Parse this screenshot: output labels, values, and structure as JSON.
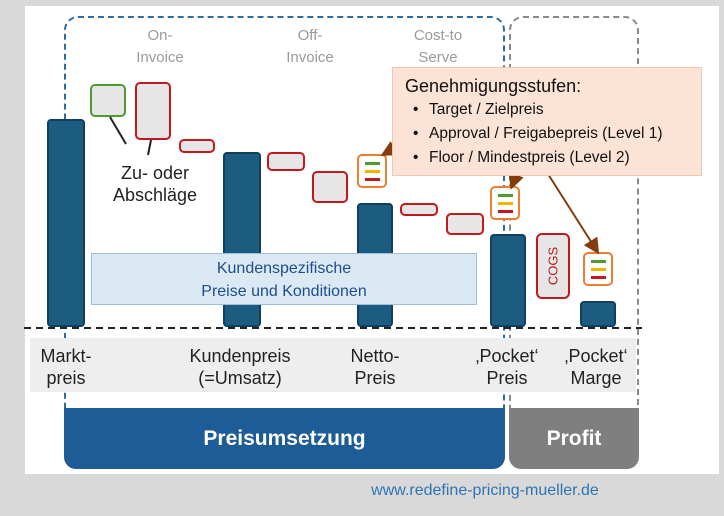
{
  "headers": {
    "on_invoice": [
      "On-",
      "Invoice"
    ],
    "off_invoice": [
      "Off-",
      "Invoice"
    ],
    "cost_to_serve": [
      "Cost-to",
      "Serve"
    ]
  },
  "zu_oder_abschlaege": [
    "Zu- oder",
    "Abschläge"
  ],
  "kundenspezifisch": [
    "Kundenspezifische",
    "Preise und Konditionen"
  ],
  "approval_box": {
    "title": "Genehmigungsstufen:",
    "items": [
      "Target / Zielpreis",
      "Approval / Freigabepreis (Level 1)",
      "Floor / Mindestpreis (Level 2)"
    ]
  },
  "cogs_label": "COGS",
  "price_levels": [
    {
      "line1": "Markt-",
      "line2": "preis"
    },
    {
      "line1": "Kundenpreis",
      "line2": "(=Umsatz)"
    },
    {
      "line1": "Netto-",
      "line2": "Preis"
    },
    {
      "line1": "‚Pocket‘",
      "line2": "Preis"
    },
    {
      "line1": "‚Pocket‘",
      "line2": "Marge"
    }
  ],
  "footer": {
    "left": "Preisumsetzung",
    "right": "Profit"
  },
  "url": "www.redefine-pricing-mueller.de",
  "colors": {
    "bar": "#1d5c81",
    "accent_red": "#c0191e",
    "accent_green": "#4e9a33",
    "callout_bg": "#fbe3d6",
    "footer_blue": "#1d5c96",
    "footer_gray": "#7f7f7f"
  },
  "icons": [
    "approval-level-icon"
  ]
}
